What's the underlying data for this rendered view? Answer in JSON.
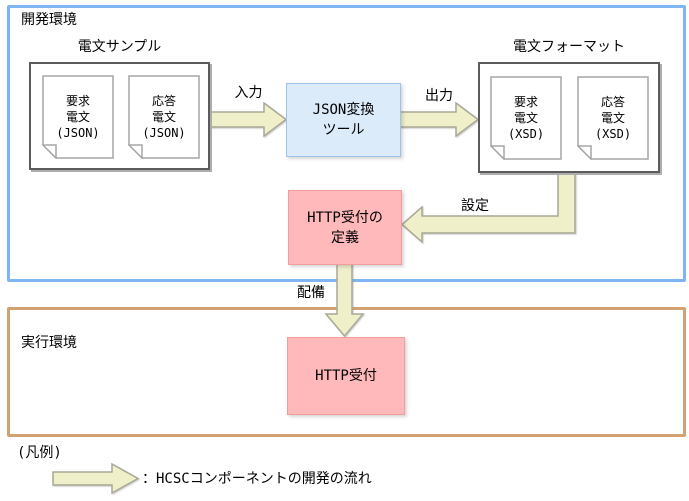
{
  "colors": {
    "dev_env_border": "#7FB5F2",
    "exec_env_border": "#D2A273",
    "tool_fill": "#DCEBFA",
    "tool_border": "#9DC3E8",
    "pink_fill": "#FFB9BA",
    "pink_border": "#F29C9D",
    "flow_arrow_fill": "#EFEFC9",
    "flow_arrow_border": "#A9A996",
    "doc_border": "#A6A6A6",
    "group_box_border": "#5B5B5B"
  },
  "dev_env": {
    "label": "開発環境",
    "message_sample": {
      "title": "電文サンプル",
      "docs": [
        {
          "lines": [
            "要求",
            "電文",
            "(JSON)"
          ]
        },
        {
          "lines": [
            "応答",
            "電文",
            "(JSON)"
          ]
        }
      ]
    },
    "input_arrow_label": "入力",
    "json_tool": {
      "lines": [
        "JSON変換",
        "ツール"
      ]
    },
    "output_arrow_label": "出力",
    "message_format": {
      "title": "電文フォーマット",
      "docs": [
        {
          "lines": [
            "要求",
            "電文",
            "(XSD)"
          ]
        },
        {
          "lines": [
            "応答",
            "電文",
            "(XSD)"
          ]
        }
      ]
    },
    "config_arrow_label": "設定",
    "http_reception_definition": {
      "lines": [
        "HTTP受付の",
        "定義"
      ]
    }
  },
  "deploy_arrow_label": "配備",
  "exec_env": {
    "label": "実行環境",
    "http_reception": {
      "label": "HTTP受付"
    }
  },
  "legend": {
    "title": "(凡例)",
    "arrow_meaning": "：HCSCコンポーネントの開発の流れ"
  }
}
